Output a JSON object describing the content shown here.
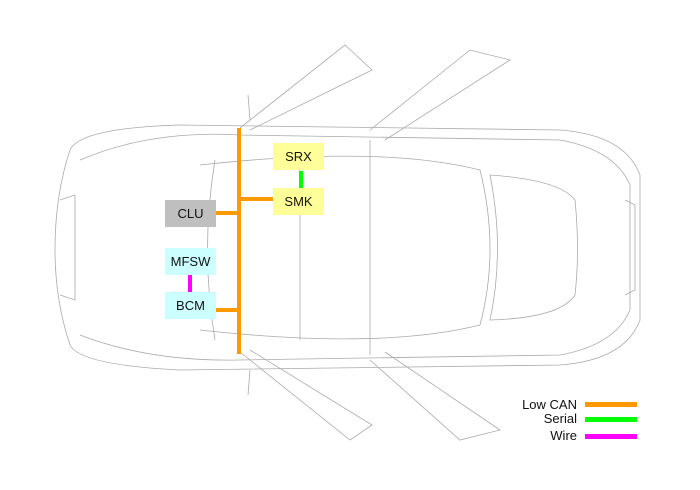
{
  "modules": {
    "srx": "SRX",
    "smk": "SMK",
    "clu": "CLU",
    "mfsw": "MFSW",
    "bcm": "BCM"
  },
  "legend": [
    {
      "label": "Low CAN",
      "color": "#ff9900"
    },
    {
      "label": "Serial",
      "color": "#00ff00"
    },
    {
      "label": "Wire",
      "color": "#ff00ff"
    }
  ],
  "colors": {
    "low_can": "#ff9900",
    "serial": "#00ff00",
    "wire": "#ff00ff",
    "clu_box": "#bfbfbf",
    "smart_key_box": "#ffff99",
    "body_box": "#ccffff"
  }
}
